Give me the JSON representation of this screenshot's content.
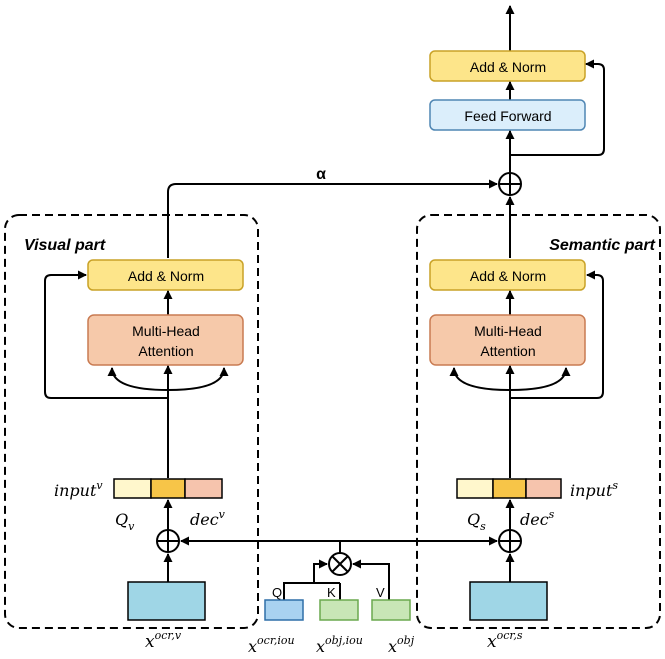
{
  "colors": {
    "add_norm_fill": "#fde58a",
    "add_norm_stroke": "#c9a227",
    "feed_forward_fill": "#dbeefb",
    "feed_forward_stroke": "#4f86b3",
    "attention_fill": "#f6c9aa",
    "attention_stroke": "#c97b52",
    "input_cell_1": "#fff7cc",
    "input_cell_2": "#f7c548",
    "input_cell_3": "#f6c4ad",
    "feature_box_fill": "#9fd6e6",
    "q_box_fill": "#a9d2f0",
    "kv_box_fill": "#c8e6b6",
    "kv_box_stroke": "#6aa84f",
    "line": "#000000"
  },
  "top": {
    "add_norm": "Add & Norm",
    "feed_forward": "Feed Forward",
    "alpha": "α"
  },
  "visual": {
    "title": "Visual part",
    "add_norm": "Add & Norm",
    "attention_line1": "Multi-Head",
    "attention_line2": "Attention",
    "input_label": "input",
    "input_sup": "v",
    "q_label": "Q",
    "q_sub": "v",
    "dec_label": "dec",
    "dec_sup": "v",
    "feature_label": "x",
    "feature_sup": "ocr,v"
  },
  "semantic": {
    "title": "Semantic part",
    "add_norm": "Add & Norm",
    "attention_line1": "Multi-Head",
    "attention_line2": "Attention",
    "input_label": "input",
    "input_sup": "s",
    "q_label": "Q",
    "q_sub": "s",
    "dec_label": "dec",
    "dec_sup": "s",
    "feature_label": "x",
    "feature_sup": "ocr,s"
  },
  "middle": {
    "q_letter": "Q",
    "k_letter": "K",
    "v_letter": "V",
    "iou_label": "x",
    "iou_sup": "ocr,iou",
    "obj_iou_label": "x",
    "obj_iou_sup": "obj,iou",
    "obj_label": "x",
    "obj_sup": "obj"
  }
}
